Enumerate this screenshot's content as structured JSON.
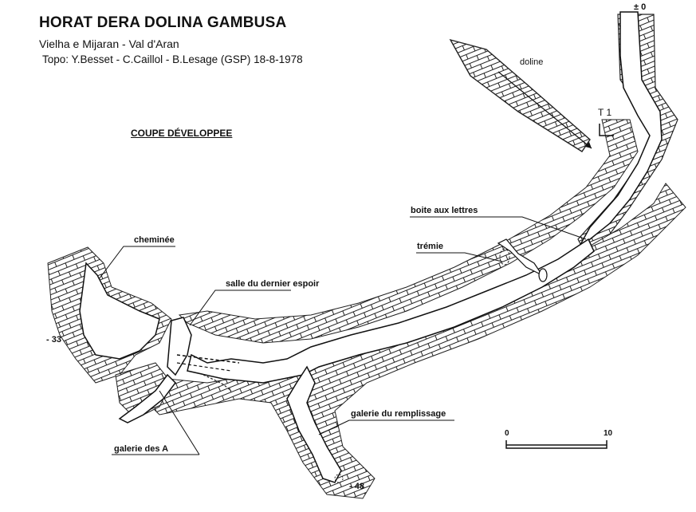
{
  "header": {
    "title": "HORAT DERA DOLINA GAMBUSA",
    "location": "Vielha e Mijaran - Val d'Aran",
    "survey": "Topo: Y.Besset - C.Caillol - B.Lesage (GSP) 18-8-1978"
  },
  "section_title": "COUPE DÉVELOPPEE",
  "labels": {
    "doline": "doline",
    "t1": "T 1",
    "boite": "boite aux lettres",
    "tremie": "trémie",
    "cheminee": "cheminée",
    "salle": "salle du dernier espoir",
    "galerie_remplissage": "galerie du remplissage",
    "galerie_a": "galerie des A"
  },
  "depths": {
    "top": "± 0",
    "mid": "- 33",
    "bottom": "- 48"
  },
  "scale": {
    "start": "0",
    "end": "10"
  }
}
